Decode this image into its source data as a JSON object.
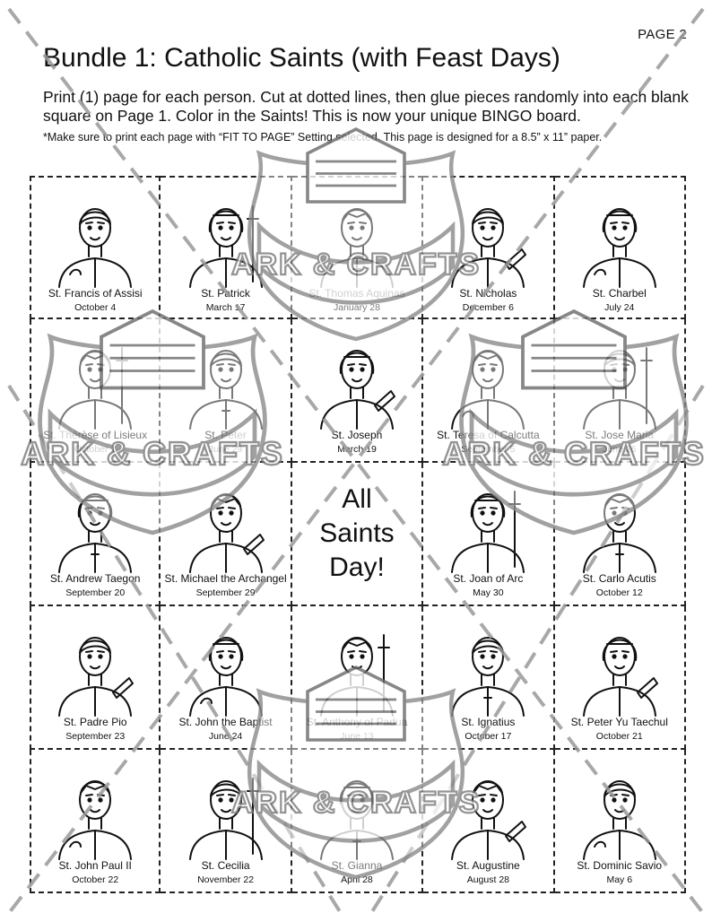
{
  "page_label": "PAGE 2",
  "title": "Bundle 1: Catholic Saints (with Feast Days)",
  "instructions": "Print (1) page for each person. Cut at dotted lines, then glue pieces randomly into each blank square on Page 1. Color in the Saints! This is now your unique BINGO board.",
  "note": "*Make sure to print each page with “FIT TO PAGE” Setting selected. This page is designed for a 8.5” x 11” paper.",
  "free_space": [
    "All",
    "Saints",
    "Day!"
  ],
  "watermark": "ARK & CRAFTS",
  "saints": [
    {
      "name": "St. Francis of Assisi",
      "date": "October 4",
      "icon": "saint-francis-drawing"
    },
    {
      "name": "St. Patrick",
      "date": "March 17",
      "icon": "saint-patrick-drawing"
    },
    {
      "name": "St. Thomas Aquinas",
      "date": "January 28",
      "icon": "saint-thomas-drawing"
    },
    {
      "name": "St. Nicholas",
      "date": "December 6",
      "icon": "saint-nicholas-drawing"
    },
    {
      "name": "St. Charbel",
      "date": "July 24",
      "icon": "saint-charbel-drawing"
    },
    {
      "name": "St. Thérèse of Lisieux",
      "date": "October 1",
      "icon": "saint-therese-drawing"
    },
    {
      "name": "St. Peter",
      "date": "June 29",
      "icon": "saint-peter-drawing"
    },
    {
      "name": "St. Joseph",
      "date": "March 19",
      "icon": "saint-joseph-drawing"
    },
    {
      "name": "St. Teresa of Calcutta",
      "date": "September 5",
      "icon": "saint-teresa-drawing"
    },
    {
      "name": "St. Jose Maria",
      "date": "June 26",
      "icon": "saint-jose-maria-drawing"
    },
    {
      "name": "St. Andrew Taegon",
      "date": "September 20",
      "icon": "saint-andrew-drawing"
    },
    {
      "name": "St. Michael the Archangel",
      "date": "September 29",
      "icon": "saint-michael-drawing"
    },
    null,
    {
      "name": "St. Joan of Arc",
      "date": "May 30",
      "icon": "saint-joan-drawing"
    },
    {
      "name": "St. Carlo Acutis",
      "date": "October 12",
      "icon": "saint-carlo-drawing"
    },
    {
      "name": "St. Padre Pio",
      "date": "September 23",
      "icon": "saint-padre-pio-drawing"
    },
    {
      "name": "St. John the Baptist",
      "date": "June 24",
      "icon": "saint-john-baptist-drawing"
    },
    {
      "name": "St. Anthony of Padua",
      "date": "June 13",
      "icon": "saint-anthony-drawing"
    },
    {
      "name": "St. Ignatius",
      "date": "October 17",
      "icon": "saint-ignatius-drawing"
    },
    {
      "name": "St. Peter Yu Taechul",
      "date": "October 21",
      "icon": "saint-peter-yu-drawing"
    },
    {
      "name": "St. John Paul II",
      "date": "October 22",
      "icon": "saint-john-paul-drawing"
    },
    {
      "name": "St. Cecilia",
      "date": "November 22",
      "icon": "saint-cecilia-drawing"
    },
    {
      "name": "St. Gianna",
      "date": "April 28",
      "icon": "saint-gianna-drawing"
    },
    {
      "name": "St. Augustine",
      "date": "August 28",
      "icon": "saint-augustine-drawing"
    },
    {
      "name": "St. Dominic Savio",
      "date": "May 6",
      "icon": "saint-dominic-drawing"
    }
  ]
}
